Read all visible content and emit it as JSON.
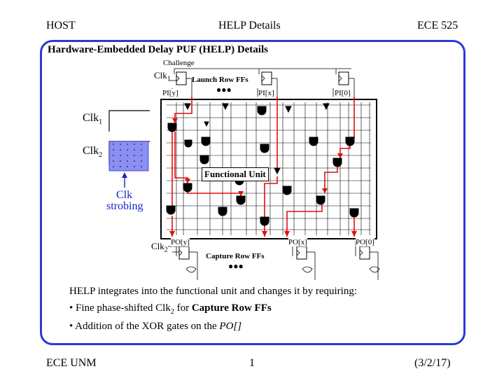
{
  "header": {
    "left": "HOST",
    "center": "HELP Details",
    "right": "ECE 525"
  },
  "footer": {
    "left": "ECE UNM",
    "center": "1",
    "right": "(3/2/17)"
  },
  "slide": {
    "title": "Hardware-Embedded Delay PUF (HELP) Details",
    "diagram": {
      "challenge_label": "Challenge",
      "clk1_launch": "Clk",
      "clk1_sub": "1",
      "launch_row_label": "Launch Row FFs",
      "launch_dots": "●●●",
      "pi_labels": [
        "PI[y]",
        "PI[x]",
        "PI[0]"
      ],
      "functional_unit_label": "Functional Unit",
      "po_labels": [
        "PO[y]",
        "PO[x]",
        "PO[0]"
      ],
      "clk2_capture": "Clk",
      "clk2_sub": "2",
      "capture_row_label": "Capture Row FFs",
      "capture_dots": "●●●",
      "clk1_wave": "Clk",
      "clk1_wave_sub": "1",
      "clk2_wave": "Clk",
      "clk2_wave_sub": "2",
      "strobing_label_1": "Clk",
      "strobing_label_2": "strobing"
    },
    "intro": "HELP integrates into the functional unit and changes it by requiring:",
    "bullet1": {
      "prefix": "• Fine phase-shifted Clk",
      "sub": "2",
      "mid": " for ",
      "bold": "Capture Row FFs"
    },
    "bullet2": {
      "prefix": "• Addition of the XOR gates on the ",
      "italic": "PO[]"
    }
  },
  "colors": {
    "frame": "#2b39d6",
    "strobe_fill": "#8b8ef2",
    "signal_path": "#e01010",
    "strobe_text": "#1a24c8"
  }
}
